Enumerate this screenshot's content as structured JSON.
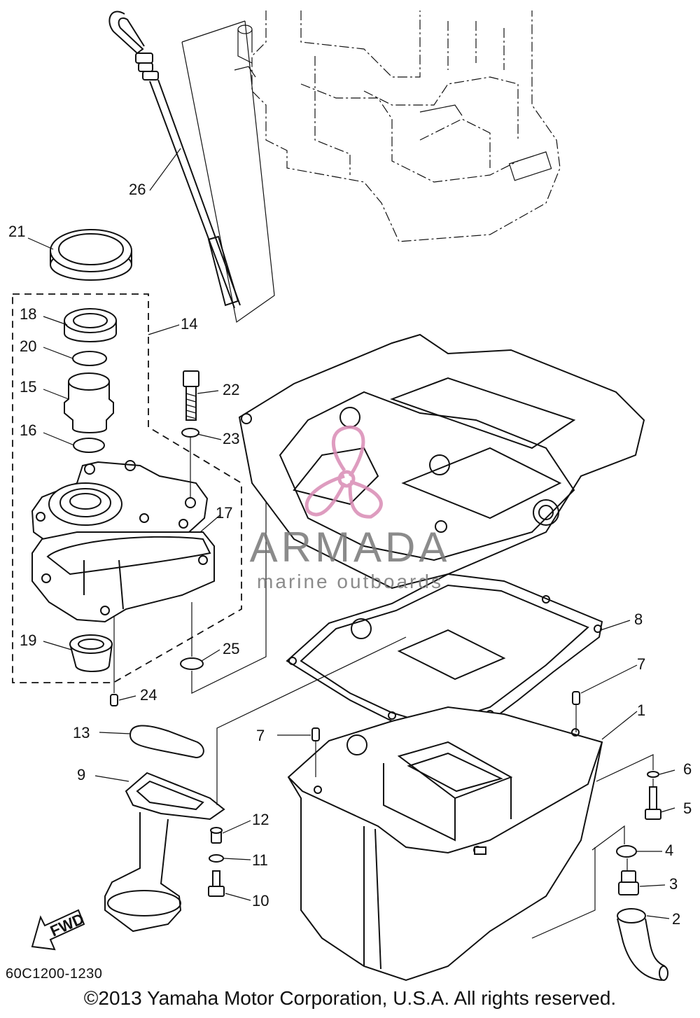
{
  "parts": [
    {
      "ref": "1"
    },
    {
      "ref": "2"
    },
    {
      "ref": "3"
    },
    {
      "ref": "4"
    },
    {
      "ref": "5"
    },
    {
      "ref": "6"
    },
    {
      "ref": "7"
    },
    {
      "ref": "7"
    },
    {
      "ref": "8"
    },
    {
      "ref": "9"
    },
    {
      "ref": "10"
    },
    {
      "ref": "11"
    },
    {
      "ref": "12"
    },
    {
      "ref": "13"
    },
    {
      "ref": "14"
    },
    {
      "ref": "15"
    },
    {
      "ref": "16"
    },
    {
      "ref": "17"
    },
    {
      "ref": "18"
    },
    {
      "ref": "19"
    },
    {
      "ref": "20"
    },
    {
      "ref": "21"
    },
    {
      "ref": "22"
    },
    {
      "ref": "23"
    },
    {
      "ref": "24"
    },
    {
      "ref": "25"
    },
    {
      "ref": "26"
    }
  ],
  "watermark": {
    "brand": "ARMADA",
    "tagline": "marine outboards",
    "color": "#d98bb5"
  },
  "fwd_arrow_label": "FWD",
  "diagram_code": "60C1200-1230",
  "copyright": "©2013 Yamaha Motor Corporation, U.S.A. All rights reserved."
}
